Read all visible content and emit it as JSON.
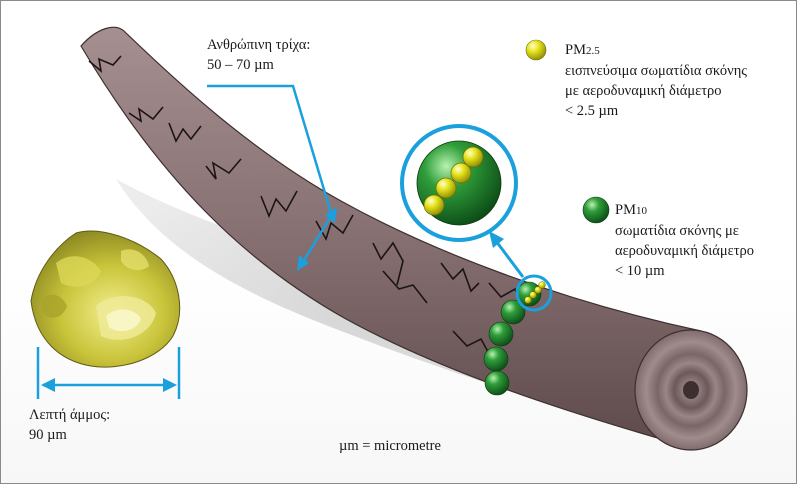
{
  "hair": {
    "name_label": "Ανθρώπινη τρίχα:",
    "size_label": "50 – 70 µm"
  },
  "pm25": {
    "title_prefix": "PM",
    "title_suffix": "2.5",
    "desc_line1": "εισπνεύσιμα σωματίδια σκόνης",
    "desc_line2": "με αεροδυναμική διάμετρο",
    "desc_line3": "< 2.5 µm",
    "color": "#e6e21c"
  },
  "pm10": {
    "title_prefix": "PM",
    "title_suffix": "10",
    "desc_line1": "σωματίδια σκόνης με",
    "desc_line2": "αεροδυναμική διάμετρο",
    "desc_line3": "< 10 µm",
    "color": "#1f8a2e"
  },
  "sand": {
    "name_label": "Λεπτή άμμος:",
    "size_label": "90 µm",
    "color": "#c9c43a"
  },
  "footnote": "µm = micrometre",
  "colors": {
    "hair": "#8a7374",
    "arrows": "#1aa0dc",
    "shadow": "#cfcfcf"
  }
}
